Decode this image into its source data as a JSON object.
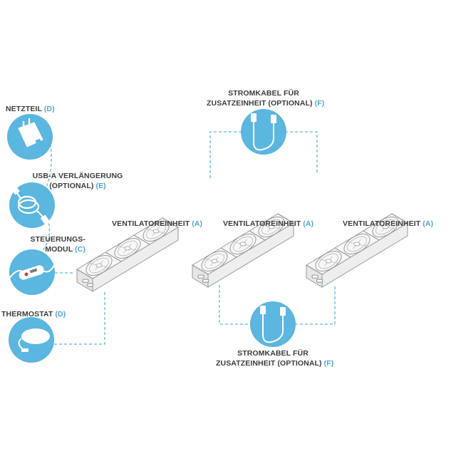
{
  "colors": {
    "accent": "#5bb6e0",
    "accent_dark": "#4fa3cf",
    "connector": "#5bb6e0",
    "text": "#3c3c3c",
    "device_fill": "#f7f7f7",
    "device_stroke": "#9a9a9a"
  },
  "components": {
    "power_supply": {
      "name": "NETZTEIL",
      "code": "(D)",
      "icon": "usb-power-adapter-icon"
    },
    "usb_extension": {
      "name_line1": "USB-A VERLÄNGERUNG",
      "name_line2": "(OPTIONAL)",
      "code": "(E)",
      "icon": "usb-cable-coil-icon"
    },
    "control_module": {
      "name_line1": "STEUERUNGS-",
      "name_line2": "MODUL",
      "code": "(C)",
      "icon": "control-module-icon"
    },
    "thermostat": {
      "name": "THERMOSTAT",
      "code": "(D)",
      "icon": "thermostat-sensor-icon"
    }
  },
  "fan_units": [
    {
      "name": "VENTILATOREINHEIT",
      "code": "(A)"
    },
    {
      "name": "VENTILATOREINHEIT",
      "code": "(A)"
    },
    {
      "name": "VENTILATOREINHEIT",
      "code": "(A)"
    }
  ],
  "extension_cables": [
    {
      "name_line1": "STROMKABEL FÜR",
      "name_line2": "ZUSATZEINHEIT (OPTIONAL)",
      "code": "(F)",
      "icon": "power-cable-icon"
    },
    {
      "name_line1": "STROMKABEL FÜR",
      "name_line2": "ZUSATZEINHEIT (OPTIONAL)",
      "code": "(F)",
      "icon": "power-cable-icon"
    }
  ]
}
